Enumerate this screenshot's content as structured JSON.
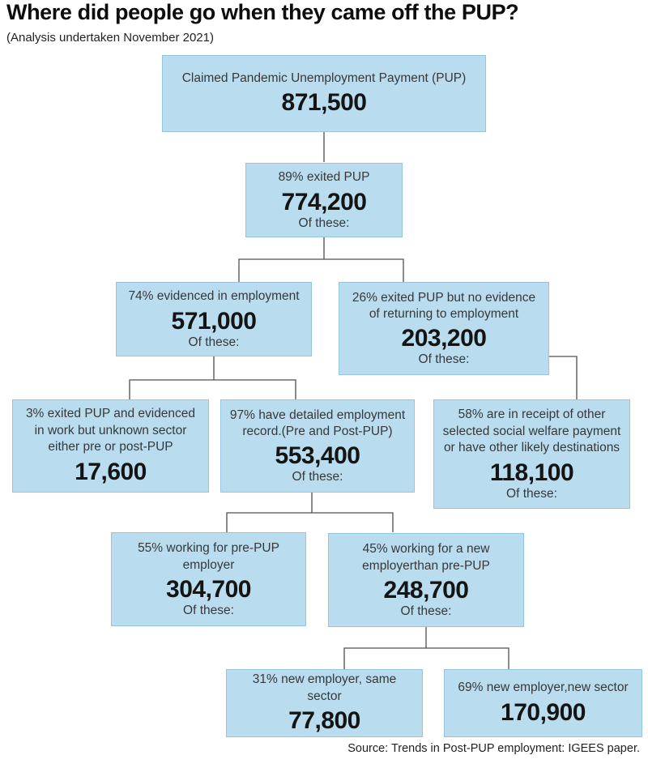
{
  "header": {
    "title": "Where did people go when they came off the PUP?",
    "subtitle": "(Analysis undertaken November 2021)"
  },
  "source": "Source: Trends in Post-PUP employment: IGEES paper.",
  "colors": {
    "box_fill": "#b9ddee",
    "box_border": "#94c6dd",
    "connector": "#4f4f4f",
    "text": "#1a1a1a"
  },
  "nodes": [
    {
      "id": "claimed-pup",
      "label": "Claimed Pandemic Unemployment Payment (PUP)",
      "value": "871,500",
      "of_these": ""
    },
    {
      "id": "exited-pup",
      "label": "89% exited PUP",
      "value": "774,200",
      "of_these": "Of these:"
    },
    {
      "id": "evidenced-employment",
      "label": "74% evidenced in employment",
      "value": "571,000",
      "of_these": "Of these:"
    },
    {
      "id": "no-evidence-employment",
      "label": "26% exited PUP but no evidence of returning to employment",
      "value": "203,200",
      "of_these": "Of these:"
    },
    {
      "id": "unknown-sector",
      "label": "3% exited PUP and evidenced in work but unknown sector either pre or post-PUP",
      "value": "17,600",
      "of_these": ""
    },
    {
      "id": "detailed-record",
      "label": "97% have detailed employment record.(Pre and Post-PUP)",
      "value": "553,400",
      "of_these": "Of these:"
    },
    {
      "id": "other-welfare",
      "label": "58% are in receipt of other selected social welfare payment or have other likely destinations",
      "value": "118,100",
      "of_these": "Of these:"
    },
    {
      "id": "pre-pup-employer",
      "label": "55% working for pre-PUP employer",
      "value": "304,700",
      "of_these": "Of these:"
    },
    {
      "id": "new-employer",
      "label": "45% working for a new employerthan pre-PUP",
      "value": "248,700",
      "of_these": "Of these:"
    },
    {
      "id": "new-employer-same-sector",
      "label": "31% new employer, same sector",
      "value": "77,800",
      "of_these": ""
    },
    {
      "id": "new-employer-new-sector",
      "label": "69% new employer,new sector",
      "value": "170,900",
      "of_these": ""
    }
  ],
  "edges": [
    [
      "claimed-pup",
      "exited-pup"
    ],
    [
      "exited-pup",
      "evidenced-employment"
    ],
    [
      "exited-pup",
      "no-evidence-employment"
    ],
    [
      "evidenced-employment",
      "unknown-sector"
    ],
    [
      "evidenced-employment",
      "detailed-record"
    ],
    [
      "no-evidence-employment",
      "other-welfare"
    ],
    [
      "detailed-record",
      "pre-pup-employer"
    ],
    [
      "detailed-record",
      "new-employer"
    ],
    [
      "new-employer",
      "new-employer-same-sector"
    ],
    [
      "new-employer",
      "new-employer-new-sector"
    ]
  ]
}
